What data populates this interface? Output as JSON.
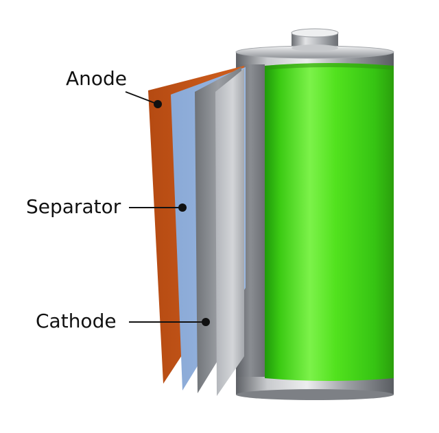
{
  "labels": {
    "anode": "Anode",
    "separator": "Separator",
    "cathode": "Cathode"
  },
  "colors": {
    "anode": "#C8561A",
    "separator": "#8EAEDB",
    "cathode_dark": "#7E8287",
    "cathode_light": "#B8BBC0",
    "battery_green": "#3FD815",
    "steel": "#A8ABB0",
    "label_text": "#111111",
    "leader_line": "#111111"
  }
}
